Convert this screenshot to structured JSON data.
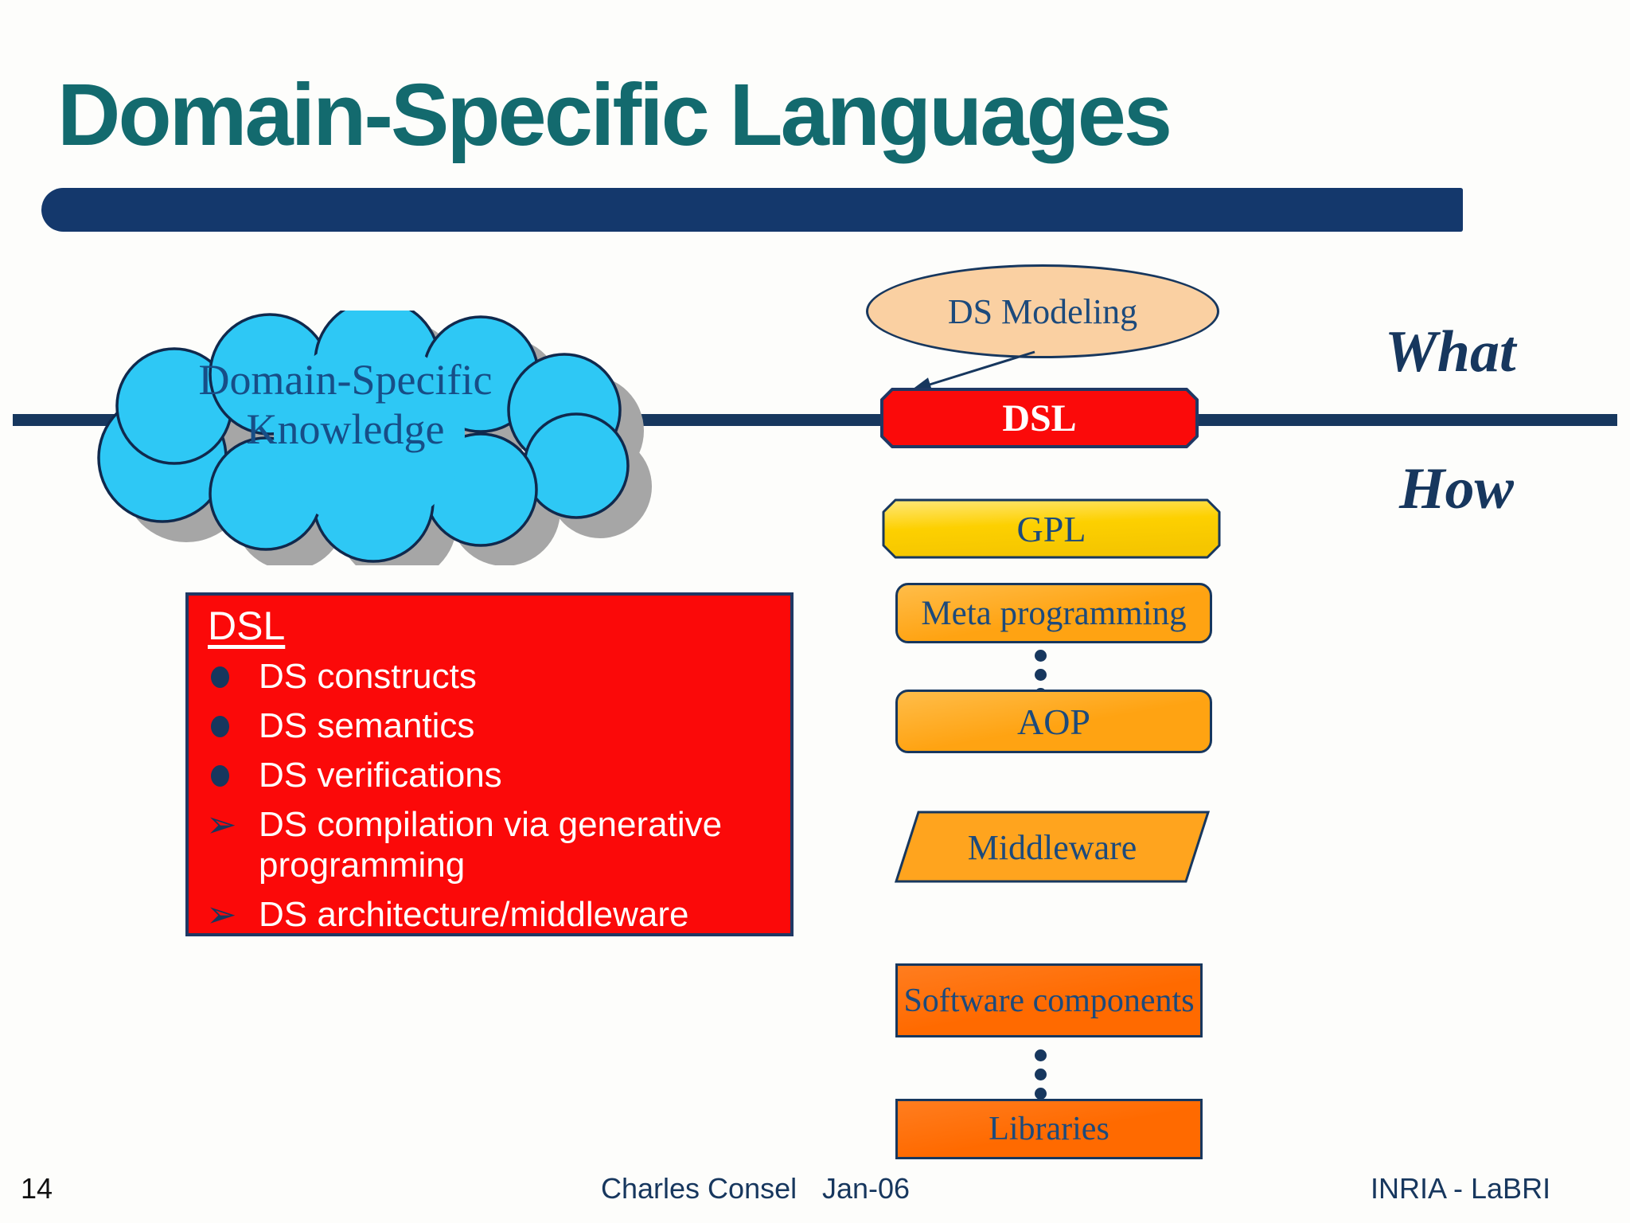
{
  "slide": {
    "title": "Domain-Specific Languages",
    "page_number": "14",
    "footer": {
      "author": "Charles Consel",
      "date": "Jan-06",
      "affiliation": "INRIA - LaBRI"
    },
    "colors": {
      "title_teal": "#136a6e",
      "navy": "#17375e",
      "bar_navy": "#14386c",
      "cloud_cyan": "#2ec8f5",
      "ellipse_peach": "#fad0a2",
      "node_red": "#fb0a0a",
      "box_red": "#fb0909",
      "gpl_yellow": "#ffd104",
      "orange": "#ffa41e",
      "dark_orange": "#ff6a00",
      "white": "#ffffff"
    }
  },
  "diagram": {
    "cloud": {
      "line1": "Domain-Specific",
      "line2": "Knowledge"
    },
    "modeling_ellipse": {
      "label": "DS Modeling"
    },
    "dsl_node": {
      "label": "DSL"
    },
    "axis": {
      "above_label": "What",
      "below_label": "How"
    },
    "how_stack": [
      {
        "id": "gpl",
        "label": "GPL",
        "shape": "octagon",
        "fill": "#ffd104"
      },
      {
        "id": "meta-programming",
        "label": "Meta programming",
        "shape": "rounded-rect",
        "fill": "#ffa41e"
      },
      {
        "id": "aop",
        "label": "AOP",
        "shape": "rounded-rect",
        "fill": "#ffa41e"
      },
      {
        "id": "middleware",
        "label": "Middleware",
        "shape": "parallelogram",
        "fill": "#ffa41e"
      },
      {
        "id": "software-components",
        "label": "Software components",
        "shape": "rect",
        "fill": "#ff6a00"
      },
      {
        "id": "libraries",
        "label": "Libraries",
        "shape": "rect",
        "fill": "#ff6a00"
      }
    ]
  },
  "dsl_box": {
    "heading": "DSL",
    "items": [
      {
        "marker": "disc",
        "text": "DS constructs"
      },
      {
        "marker": "disc",
        "text": "DS semantics"
      },
      {
        "marker": "disc",
        "text": "DS verifications"
      },
      {
        "marker": "arrow",
        "text": "DS compilation via generative programming"
      },
      {
        "marker": "arrow",
        "text": "DS architecture/middleware"
      }
    ]
  }
}
